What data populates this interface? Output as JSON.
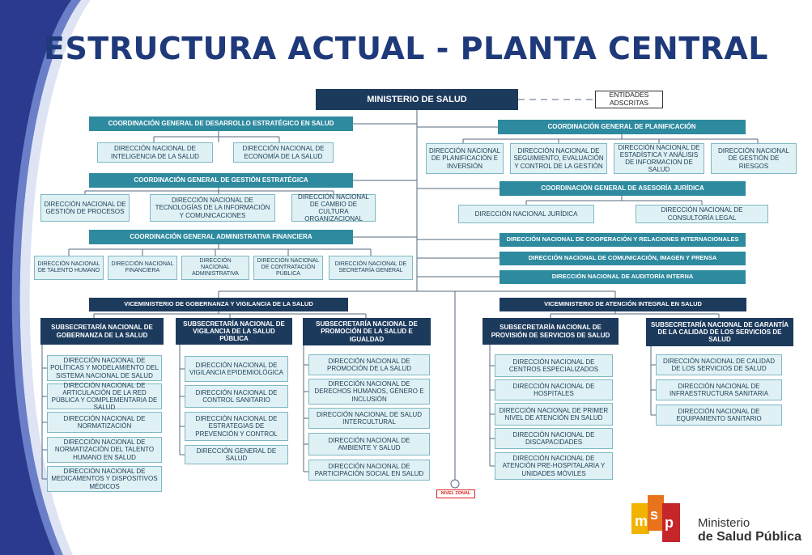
{
  "title": "ESTRUCTURA ACTUAL - PLANTA CENTRAL",
  "ministerio": "MINISTERIO DE SALUD",
  "entidades": "ENTIDADES ADSCRITAS",
  "left_top": {
    "cg_desarrollo": "COORDINACIÓN GENERAL DE DESARROLLO ESTRATÉGICO EN SALUD",
    "dn_inteligencia": "DIRECCIÓN NACIONAL DE INTELIGENCIA DE LA SALUD",
    "dn_economia": "DIRECCIÓN NACIONAL DE ECONOMÍA DE LA SALUD",
    "cg_gestion": "COORDINACIÓN GENERAL DE GESTIÓN ESTRATÉGICA",
    "dn_procesos": "DIRECCIÓN NACIONAL DE GESTIÓN DE PROCESOS",
    "dn_tecnologias": "DIRECCIÓN NACIONAL DE TECNOLOGÍAS DE LA INFORMACIÓN Y COMUNICACIONES",
    "dn_cultura": "DIRECCIÓN NACIONAL DE CAMBIO DE CULTURA ORGANIZACIONAL",
    "cg_administrativa": "COORDINACIÓN GENERAL ADMINISTRATIVA FINANCIERA",
    "dn_talento": "DIRECCIÓN NACIONAL DE TALENTO HUMANO",
    "dn_financiera": "DIRECCIÓN NACIONAL FINANCIERA",
    "dn_administrativa": "DIRECCIÓN NACIONAL ADMINISTRATIVA",
    "dn_contratacion": "DIRECCIÓN NACIONAL DE CONTRATACIÓN PÚBLICA",
    "dn_secretaria": "DIRECCIÓN NACIONAL DE SECRETARÍA GENERAL"
  },
  "right_top": {
    "cg_planificacion": "COORDINACIÓN GENERAL DE PLANIFICACIÓN",
    "dn_planificacion": "DIRECCIÓN NACIONAL DE PLANIFICACIÓN E INVERSIÓN",
    "dn_seguimiento": "DIRECCIÓN NACIONAL DE SEGUIMIENTO, EVALUACIÓN Y CONTROL DE LA GESTIÓN",
    "dn_estadistica": "DIRECCIÓN NACIONAL DE ESTADÍSTICA Y ANÁLISIS DE INFORMACION DE SALUD",
    "dn_riesgos": "DIRECCIÓN NACIONAL DE GESTIÓN DE RIESGOS",
    "cg_juridica": "COORDINACIÓN GENERAL DE ASESORÍA JURÍDICA",
    "dn_juridica": "DIRECCIÓN NACIONAL JURÍDICA",
    "dn_consultoria": "DIRECCIÓN NACIONAL DE CONSULTORÍA LEGAL",
    "dn_cooperacion": "DIRECCIÓN NACIONAL DE COOPERACIÓN Y RELACIONES INTERNACIONALES",
    "dn_comunicacion": "DIRECCIÓN NACIONAL DE COMUNICACIÓN, IMAGEN Y PRENSA",
    "dn_auditoria": "DIRECCIÓN NACIONAL DE AUDITORÍA INTERNA"
  },
  "vice_gobernanza": {
    "title": "VICEMINISTERIO DE GOBERNANZA Y VIGILANCIA DE LA SALUD",
    "sub1": "SUBSECRETARÍA NACIONAL DE GOBERNANZA DE LA SALUD",
    "sub1_items": [
      "DIRECCIÓN NACIONAL DE POLÍTICAS Y MODELAMIENTO DEL SISTEMA NACIONAL DE SALUD",
      "DIRECCIÓN NACIONAL DE ARTICULACIÓN DE LA RED PÚBLICA Y COMPLEMENTARIA DE SALUD",
      "DIRECCIÓN NACIONAL DE NORMATIZACIÓN",
      "DIRECCIÓN NACIONAL DE NORMATIZACIÓN DEL TALENTO HUMANO EN SALUD",
      "DIRECCIÓN NACIONAL DE MEDICAMENTOS Y DISPOSITIVOS MÉDICOS"
    ],
    "sub2": "SUBSECRETARÍA NACIONAL DE VIGILANCIA DE LA SALUD PÚBLICA",
    "sub2_items": [
      "DIRECCIÓN NACIONAL DE VIGILANCIA EPIDEMIOLÓGICA",
      "DIRECCIÓN NACIONAL DE CONTROL SANITARIO",
      "DIRECCIÓN NACIONAL DE ESTRATEGIAS DE PREVENCIÓN Y CONTROL",
      "DIRECCIÓN GENERAL DE SALUD"
    ],
    "sub3": "SUBSECRETARÍA NACIONAL DE PROMOCIÓN DE LA SALUD E IGUALDAD",
    "sub3_items": [
      "DIRECCIÓN NACIONAL DE PROMOCIÓN DE LA SALUD",
      "DIRECCIÓN NACIONAL DE DERECHOS HUMANOS, GÉNERO E INCLUSIÓN",
      "DIRECCIÓN NACIONAL DE SALUD INTERCULTURAL",
      "DIRECCIÓN NACIONAL DE AMBIENTE Y SALUD",
      "DIRECCIÓN NACIONAL DE PARTICIPACIÓN SOCIAL EN SALUD"
    ]
  },
  "nivel_zonal": "NIVEL ZONAL",
  "vice_atencion": {
    "title": "VICEMINISTERIO DE ATENCIÓN INTEGRAL EN SALUD",
    "sub1": "SUBSECRETARÍA NACIONAL DE PROVISIÓN DE SERVICIOS DE SALUD",
    "sub1_items": [
      "DIRECCIÓN NACIONAL DE CENTROS ESPECIALIZADOS",
      "DIRECCIÓN NACIONAL DE HOSPITALES",
      "DIRECCIÓN NACIONAL DE PRIMER NIVEL DE ATENCIÓN EN SALUD",
      "DIRECCIÓN NACIONAL DE DISCAPACIDADES",
      "DIRECCIÓN NACIONAL DE ATENCIÓN PRE-HOSPITALARIA Y UNIDADES MÓVILES"
    ],
    "sub2": "SUBSECRETARÍA NACIONAL DE GARANTÍA DE LA CALIDAD DE LOS SERVICIOS DE SALUD",
    "sub2_items": [
      "DIRECCIÓN NACIONAL DE CALIDAD DE LOS SERVICIOS DE SALUD",
      "DIRECCIÓN NACIONAL DE INFRAESTRUCTURA SANITARIA",
      "DIRECCIÓN NACIONAL DE EQUIPAMIENTO SANITARIO"
    ]
  },
  "brand": {
    "line1": "Ministerio",
    "line2": "de Salud Pública",
    "colors": {
      "yellow": "#f2b200",
      "orange": "#e8731a",
      "red": "#c6252a"
    }
  }
}
